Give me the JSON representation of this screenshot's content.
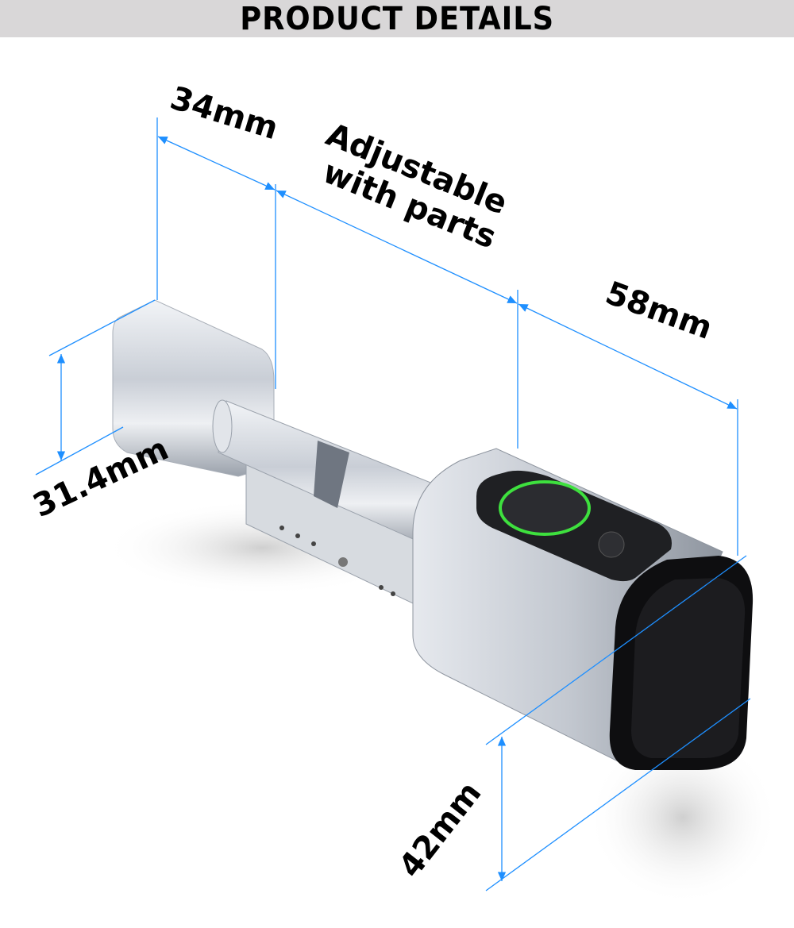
{
  "header": {
    "title": "PRODUCT DETAILS"
  },
  "dimensions": {
    "knob_length": "34mm",
    "middle_section": [
      "Adjustable",
      "with parts"
    ],
    "body_length": "58mm",
    "knob_height": "31.4mm",
    "body_height": "42mm"
  },
  "colors": {
    "header_bg": "#d9d7d8",
    "dimension_line": "#1e8fff",
    "fingerprint_ring": "#3ee03e"
  }
}
